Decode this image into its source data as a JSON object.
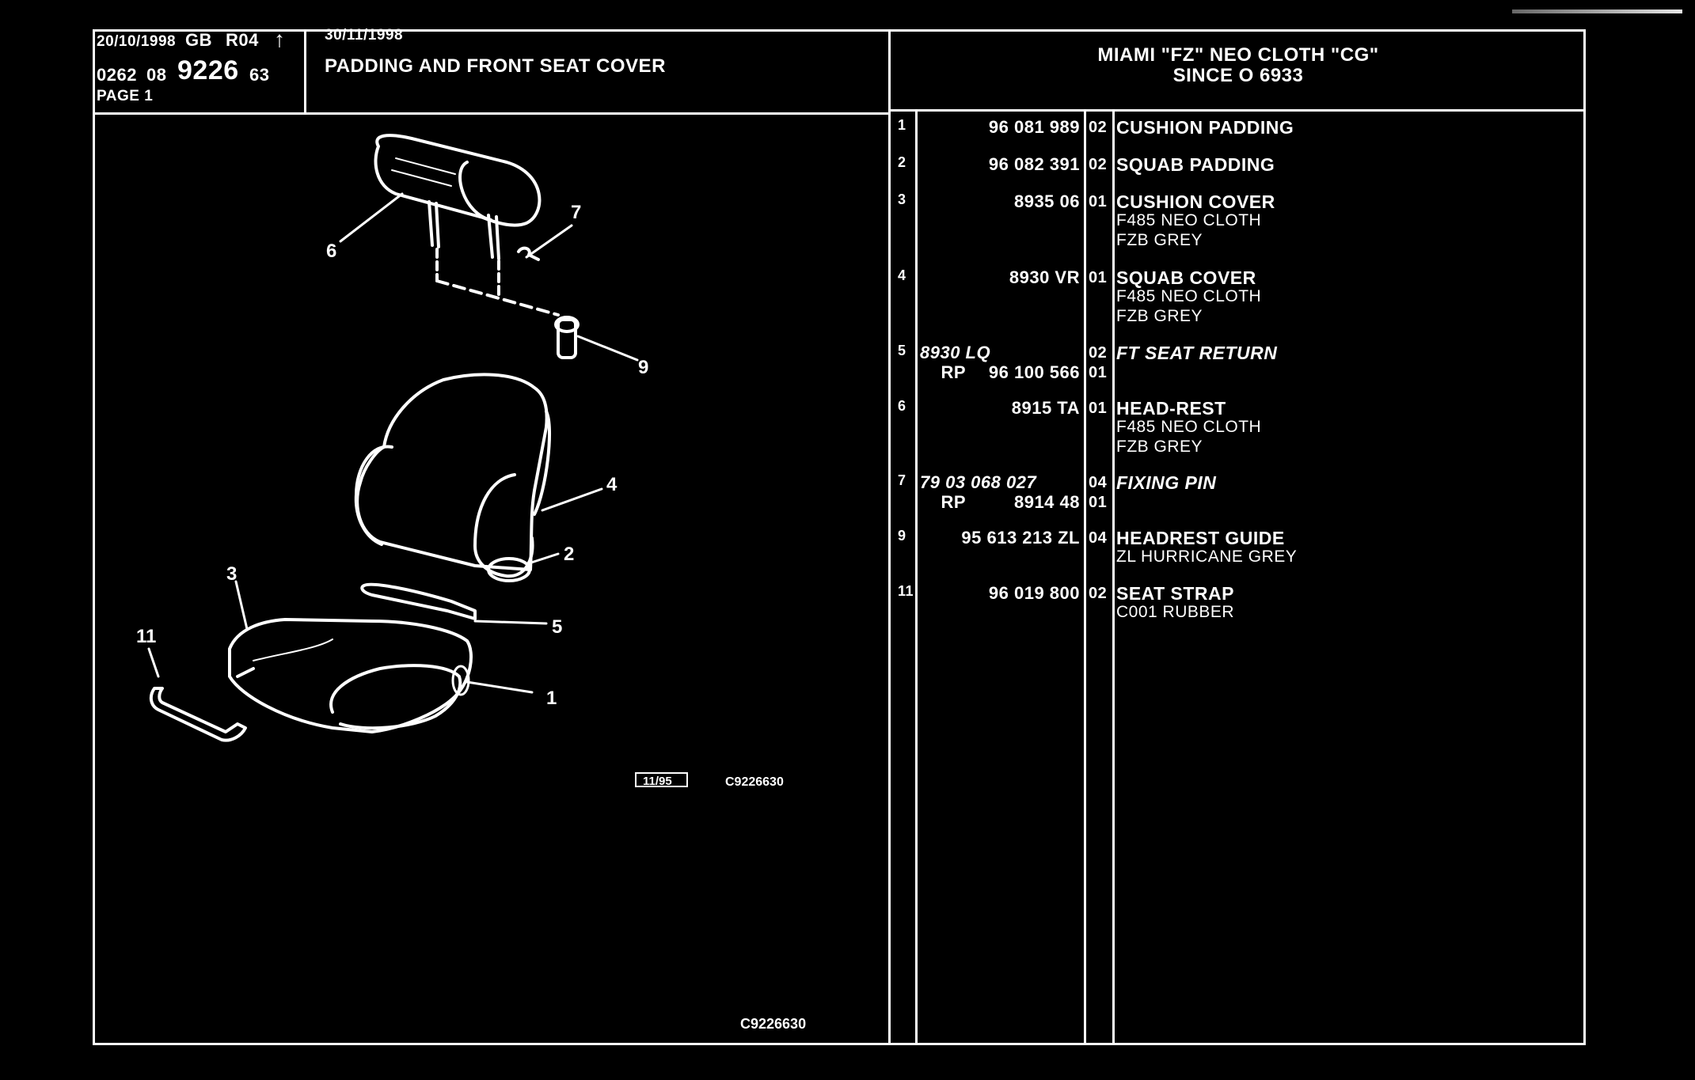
{
  "header": {
    "date_left": "20/10/1998",
    "lang_code": "GB",
    "rev_code": "R04",
    "arrow_glyph": "↑",
    "code_a": "0262",
    "code_b": "08",
    "code_main": "9226",
    "code_c": "63",
    "page_label": "PAGE 1",
    "date_right": "30/11/1998",
    "title": "PADDING AND FRONT SEAT COVER",
    "model_line1": "MIAMI \"FZ\" NEO CLOTH \"CG\"",
    "model_line2": "SINCE O 6933"
  },
  "diagram": {
    "callouts": [
      "1",
      "2",
      "3",
      "4",
      "5",
      "6",
      "7",
      "9",
      "11"
    ],
    "stamp_box": "11/95",
    "ref_code_1": "C9226630",
    "ref_code_2": "C9226630"
  },
  "parts": [
    {
      "idx": "1",
      "ref": "96 081 989",
      "qty": "02",
      "desc": "CUSHION PADDING",
      "sub": []
    },
    {
      "idx": "2",
      "ref": "96 082 391",
      "qty": "02",
      "desc": "SQUAB PADDING",
      "sub": []
    },
    {
      "idx": "3",
      "ref": "8935 06",
      "qty": "01",
      "desc": "CUSHION COVER",
      "sub": [
        "F485 NEO CLOTH",
        "FZB GREY"
      ]
    },
    {
      "idx": "4",
      "ref": "8930 VR",
      "qty": "01",
      "desc": "SQUAB COVER",
      "sub": [
        "F485 NEO CLOTH",
        "FZB GREY"
      ]
    },
    {
      "idx": "5",
      "ref_left": "8930 LQ",
      "qty": "02",
      "desc": "FT SEAT RETURN",
      "rp_label": "RP",
      "rp_ref": "96 100 566",
      "rp_qty": "01",
      "sub": []
    },
    {
      "idx": "6",
      "ref": "8915 TA",
      "qty": "01",
      "desc": "HEAD-REST",
      "sub": [
        "F485 NEO CLOTH",
        "FZB GREY"
      ]
    },
    {
      "idx": "7",
      "ref_left": "79 03 068 027",
      "qty": "04",
      "desc": "FIXING PIN",
      "rp_label": "RP",
      "rp_ref": "8914 48",
      "rp_qty": "01",
      "sub": []
    },
    {
      "idx": "9",
      "ref": "95 613 213 ZL",
      "qty": "04",
      "desc": "HEADREST GUIDE",
      "sub": [
        "ZL HURRICANE GREY"
      ]
    },
    {
      "idx": "11",
      "ref": "96 019 800",
      "qty": "02",
      "desc": "SEAT STRAP",
      "sub": [
        "C001 RUBBER"
      ]
    }
  ]
}
